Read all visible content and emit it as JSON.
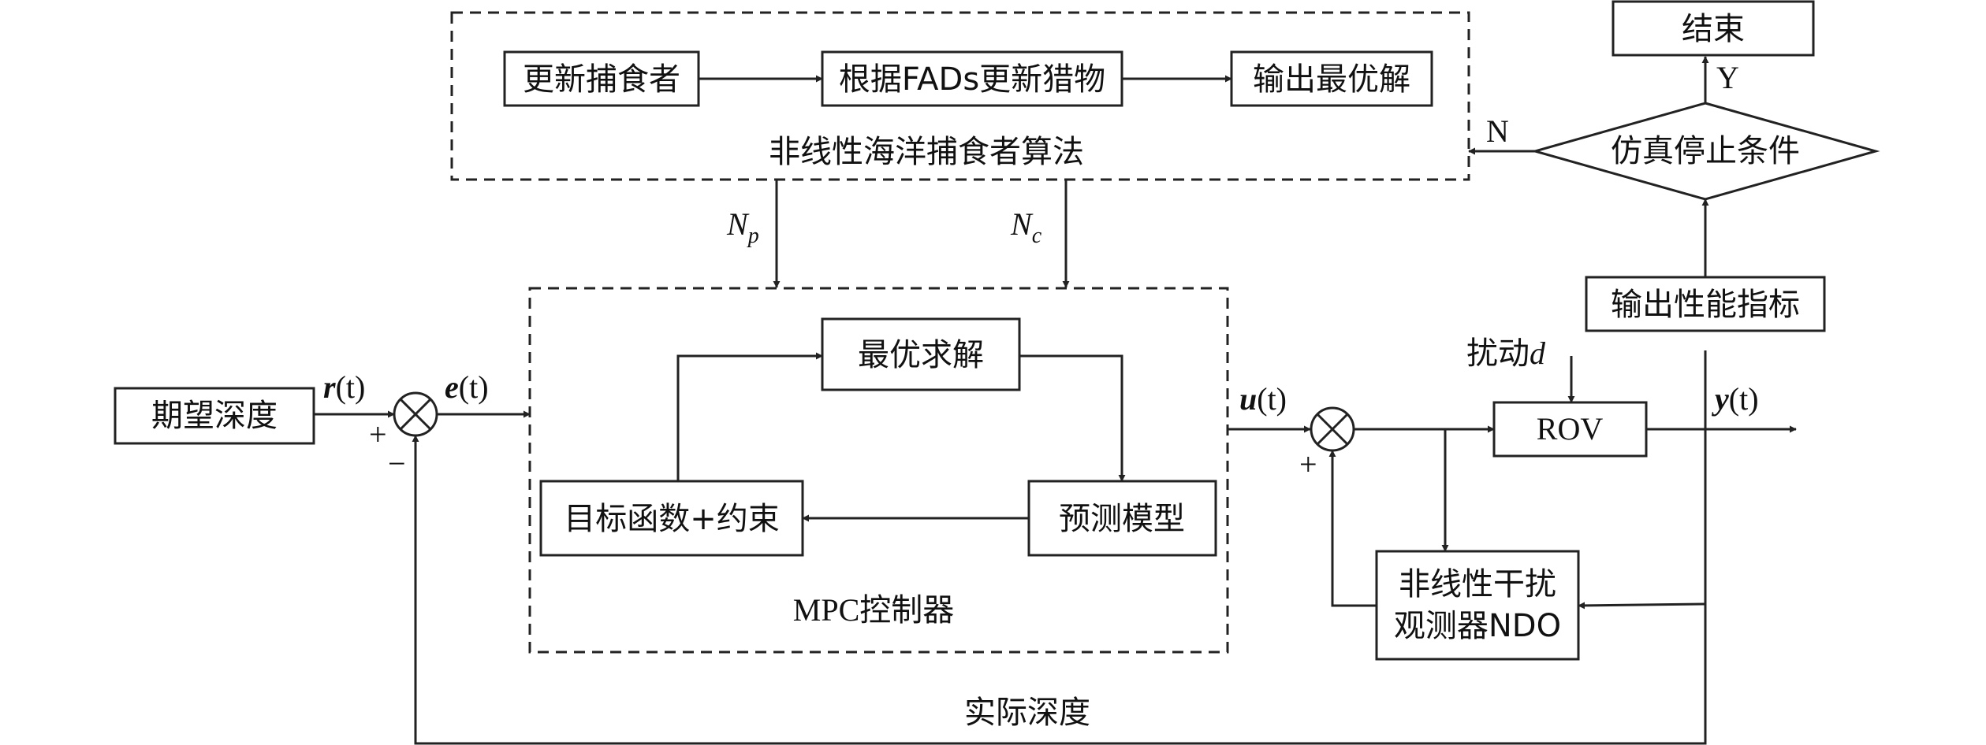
{
  "algorithm": {
    "title": "非线性海洋捕食者算法",
    "step1": "更新捕食者",
    "step2": "根据FADs更新猎物",
    "step3": "输出最优解"
  },
  "mpc": {
    "title": "MPC控制器",
    "opt": "最优求解",
    "model": "预测模型",
    "objective": "目标函数+约束"
  },
  "params": {
    "np_main": "N",
    "np_sub": "p",
    "nc_main": "N",
    "nc_sub": "c"
  },
  "inputs": {
    "desired_depth": "期望深度"
  },
  "signals": {
    "r_bold": "r",
    "r_paren": "(t)",
    "e_bold": "e",
    "e_paren": "(t)",
    "u_bold": "u",
    "u_paren": "(t)",
    "y_bold": "y",
    "y_paren": "(t)",
    "plus1": "+",
    "minus1": "−",
    "plus2": "+"
  },
  "plant": {
    "rov": "ROV",
    "disturbance_text": "扰动",
    "disturbance_var": "d",
    "ndo_line1": "非线性干扰",
    "ndo_line2": "观测器NDO"
  },
  "perf": {
    "output": "输出性能指标",
    "stop": "仿真停止条件",
    "end": "结束",
    "yes": "Y",
    "no": "N"
  },
  "feedback": {
    "actual_depth": "实际深度"
  }
}
